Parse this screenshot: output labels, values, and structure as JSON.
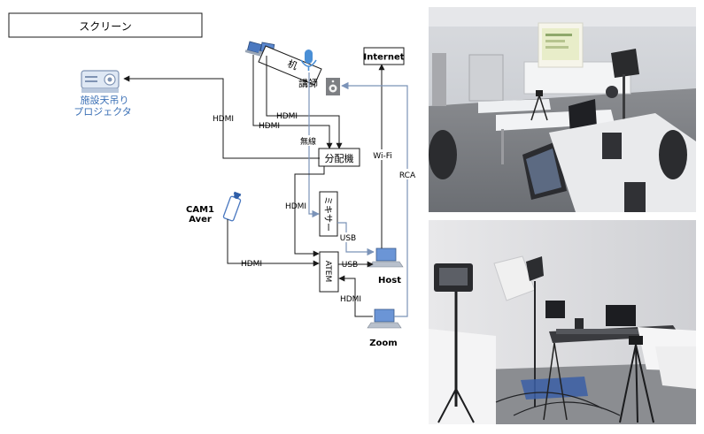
{
  "diagram": {
    "screen_label": "スクリーン",
    "projector_label_1": "施設天吊り",
    "projector_label_2": "プロジェクタ",
    "desk_label": "机",
    "lecturer_label": "講師",
    "internet_label": "Internet",
    "distributor_label": "分配機",
    "mixer_label": "ミキサー",
    "atem_label": "ATEM",
    "cam_label_1": "CAM1",
    "cam_label_2": "Aver",
    "host_label": "Host",
    "zoom_label": "Zoom",
    "edge_hdmi_projector": "HDMI",
    "edge_hdmi_laptop_a": "HDMI",
    "edge_hdmi_laptop_b": "HDMI",
    "edge_wireless": "無線",
    "edge_wifi": "Wi-Fi",
    "edge_rca": "RCA",
    "edge_hdmi_dist_atem": "HDMI",
    "edge_usb_mixer": "USB",
    "edge_usb_atem": "USB",
    "edge_hdmi_cam": "HDMI",
    "edge_hdmi_zoom": "HDMI"
  },
  "colors": {
    "line_black": "#1a1a1a",
    "line_blue": "#7b93b8",
    "text_blue": "#3a6fb5",
    "mic_blue": "#4a8fd6"
  },
  "photos": [
    {
      "name": "classroom-photo"
    },
    {
      "name": "equipment-photo"
    }
  ]
}
